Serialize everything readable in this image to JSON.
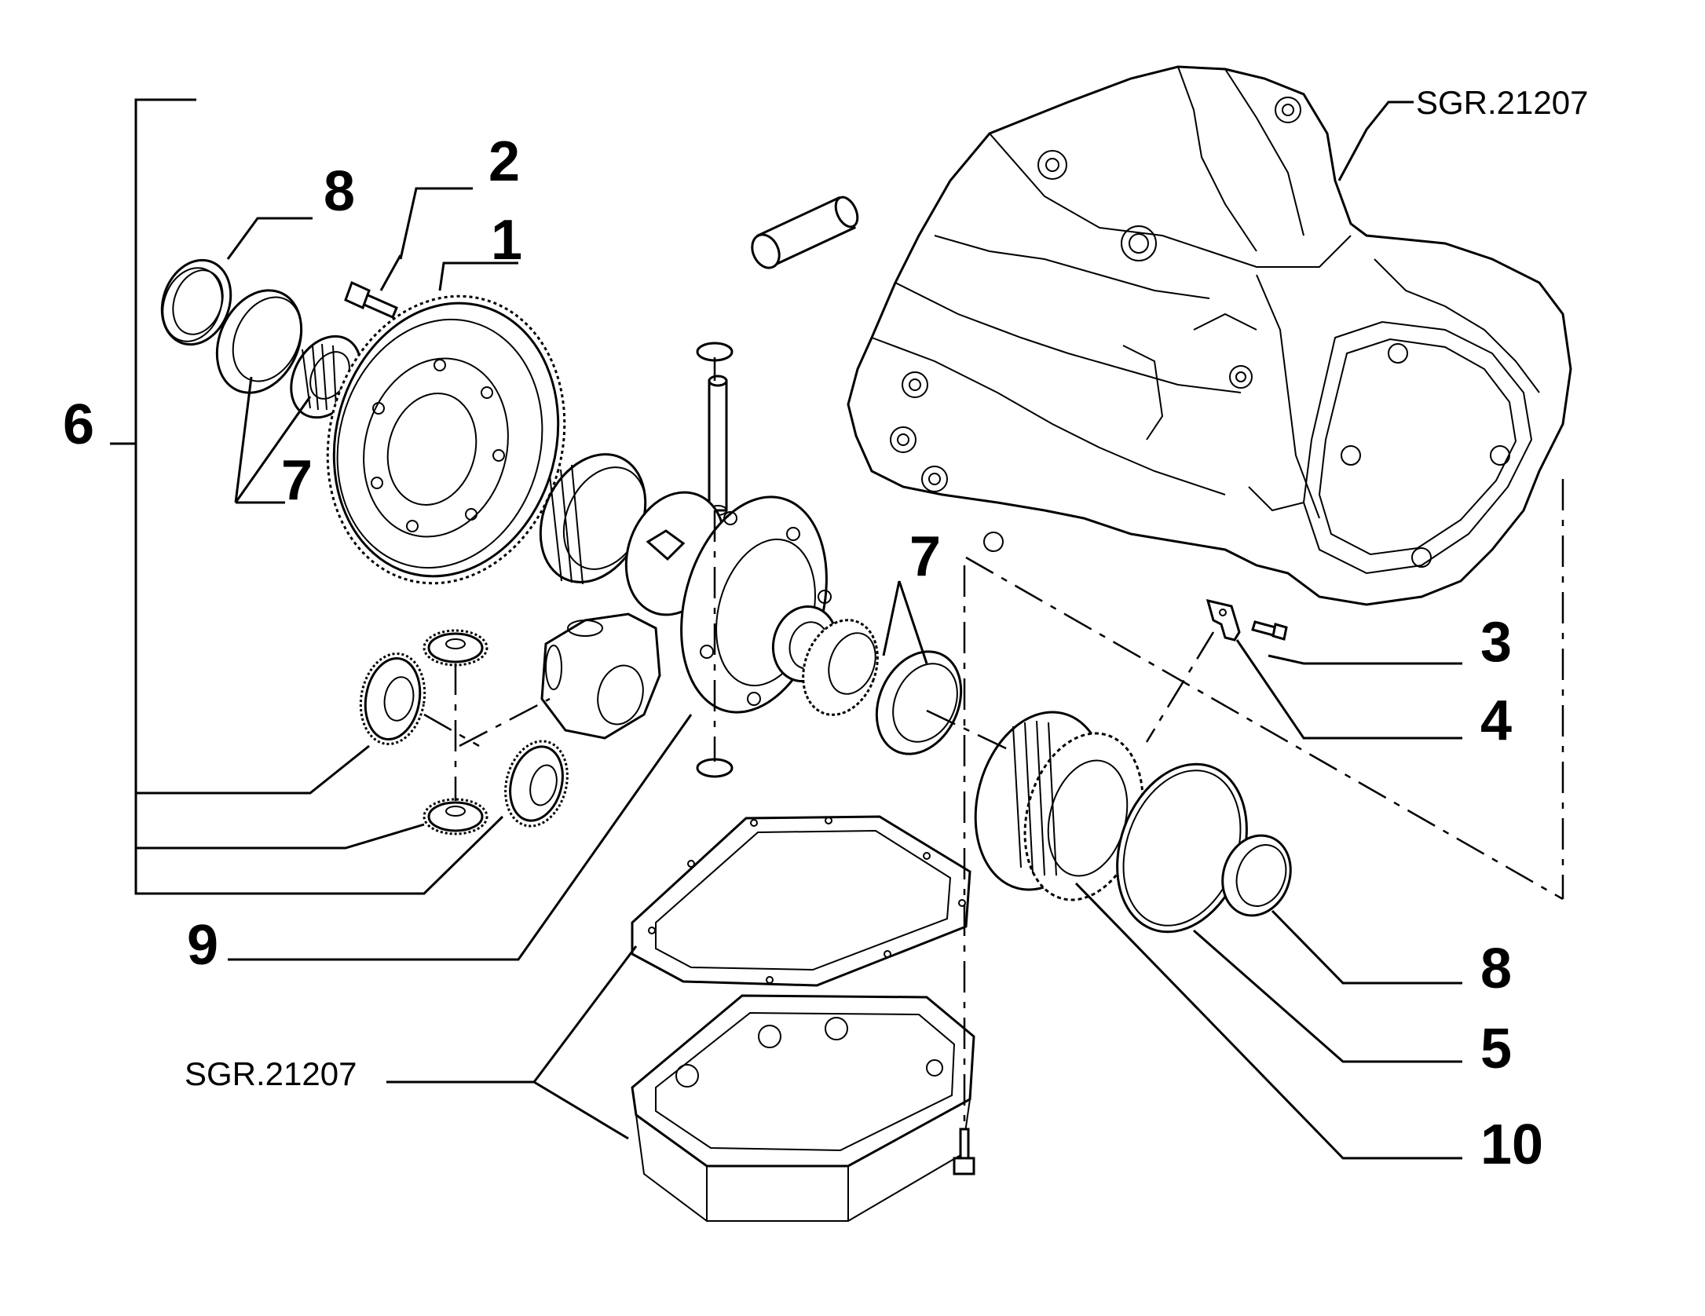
{
  "callouts": [
    {
      "id": "c6",
      "label": "6"
    },
    {
      "id": "c8a",
      "label": "8"
    },
    {
      "id": "c2",
      "label": "2"
    },
    {
      "id": "c1",
      "label": "1"
    },
    {
      "id": "c7a",
      "label": "7"
    },
    {
      "id": "c7b",
      "label": "7"
    },
    {
      "id": "c9",
      "label": "9"
    },
    {
      "id": "c3",
      "label": "3"
    },
    {
      "id": "c4",
      "label": "4"
    },
    {
      "id": "c8b",
      "label": "8"
    },
    {
      "id": "c5",
      "label": "5"
    },
    {
      "id": "c10",
      "label": "10"
    }
  ],
  "references": {
    "top": "SGR.21207",
    "bottom": "SGR.21207"
  }
}
